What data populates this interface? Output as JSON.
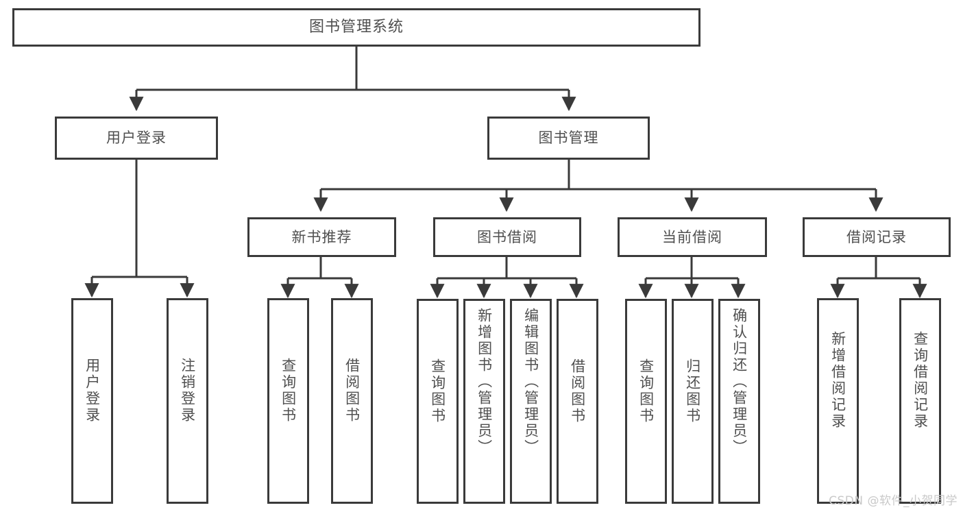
{
  "diagram": {
    "type": "tree",
    "title": "图书管理系统",
    "orientation": "top-down",
    "colors": {
      "box_border": "#3a3a3a",
      "box_fill": "#ffffff",
      "text": "#4f4f4f",
      "edge": "#3a3a3a",
      "watermark": "#c9c9c9",
      "background": "#ffffff"
    },
    "root": {
      "label": "图书管理系统"
    },
    "level2": [
      {
        "label": "用户登录"
      },
      {
        "label": "图书管理"
      }
    ],
    "level3": [
      {
        "label": "新书推荐"
      },
      {
        "label": "图书借阅"
      },
      {
        "label": "当前借阅"
      },
      {
        "label": "借阅记录"
      }
    ],
    "leaves": {
      "user_login": [
        {
          "label": "用户登录"
        },
        {
          "label": "注销登录"
        }
      ],
      "new_book": [
        {
          "label": "查询图书"
        },
        {
          "label": "借阅图书"
        }
      ],
      "book_borrow": [
        {
          "label": "查询图书"
        },
        {
          "label": "新增图书（管理员）"
        },
        {
          "label": "编辑图书（管理员）"
        },
        {
          "label": "借阅图书"
        }
      ],
      "current_borrow": [
        {
          "label": "查询图书"
        },
        {
          "label": "归还图书"
        },
        {
          "label": "确认归还（管理员）"
        }
      ],
      "borrow_record": [
        {
          "label": "新增借阅记录"
        },
        {
          "label": "查询借阅记录"
        }
      ]
    }
  },
  "watermark": {
    "text": "CSDN @软件_小贺同学"
  }
}
